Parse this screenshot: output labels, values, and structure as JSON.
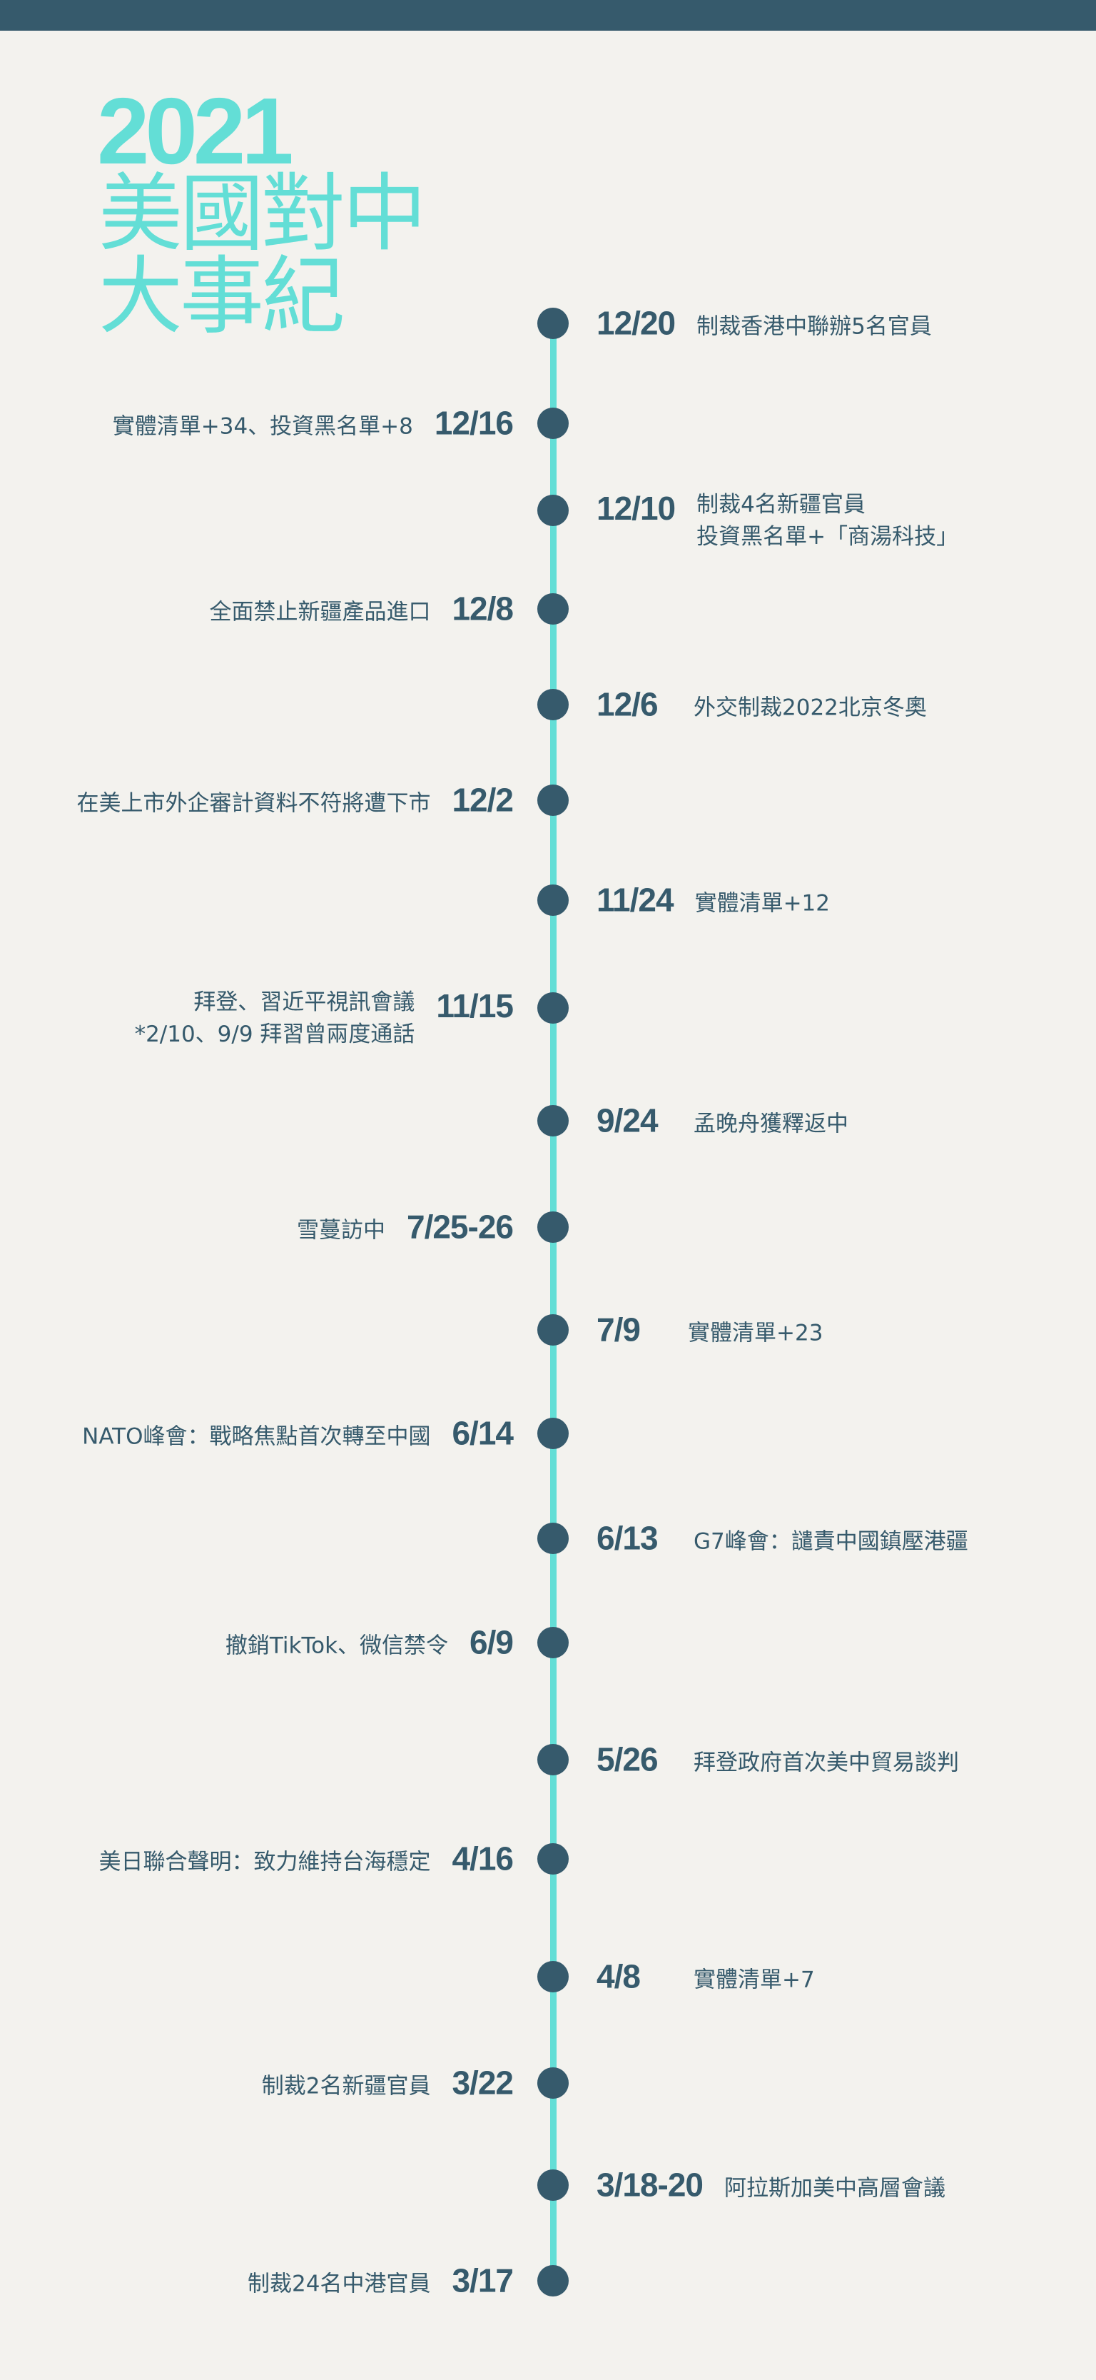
{
  "title": {
    "year": "2021",
    "line1": "美國對中",
    "line2": "大事紀"
  },
  "colors": {
    "accent": "#63ded6",
    "dark": "#365a6c",
    "background": "#f3f2ee"
  },
  "events": [
    {
      "date": "12/20",
      "side": "right",
      "lines": [
        "制裁香港中聯辦5名官員"
      ]
    },
    {
      "date": "12/16",
      "side": "left",
      "lines": [
        "實體清單+34、投資黑名單+8"
      ]
    },
    {
      "date": "12/10",
      "side": "right",
      "lines": [
        "制裁4名新疆官員",
        "投資黑名單+「商湯科技」"
      ]
    },
    {
      "date": "12/8",
      "side": "left",
      "lines": [
        "全面禁止新疆產品進口"
      ]
    },
    {
      "date": "12/6",
      "side": "right",
      "lines": [
        "外交制裁2022北京冬奧"
      ]
    },
    {
      "date": "12/2",
      "side": "left",
      "lines": [
        "在美上市外企審計資料不符將遭下市"
      ]
    },
    {
      "date": "11/24",
      "side": "right",
      "lines": [
        "實體清單+12"
      ]
    },
    {
      "date": "11/15",
      "side": "left",
      "lines": [
        "拜登、習近平視訊會議",
        "*2/10、9/9 拜習曾兩度通話"
      ]
    },
    {
      "date": "9/24",
      "side": "right",
      "lines": [
        "孟晚舟獲釋返中"
      ]
    },
    {
      "date": "7/25-26",
      "side": "left",
      "lines": [
        "雪蔓訪中"
      ]
    },
    {
      "date": "7/9",
      "side": "right",
      "lines": [
        "實體清單+23"
      ]
    },
    {
      "date": "6/14",
      "side": "left",
      "lines": [
        "NATO峰會：戰略焦點首次轉至中國"
      ]
    },
    {
      "date": "6/13",
      "side": "right",
      "lines": [
        "G7峰會：譴責中國鎮壓港疆"
      ]
    },
    {
      "date": "6/9",
      "side": "left",
      "lines": [
        "撤銷TikTok、微信禁令"
      ]
    },
    {
      "date": "5/26",
      "side": "right",
      "lines": [
        "拜登政府首次美中貿易談判"
      ]
    },
    {
      "date": "4/16",
      "side": "left",
      "lines": [
        "美日聯合聲明：致力維持台海穩定"
      ]
    },
    {
      "date": "4/8",
      "side": "right",
      "lines": [
        "實體清單+7"
      ]
    },
    {
      "date": "3/22",
      "side": "left",
      "lines": [
        "制裁2名新疆官員"
      ]
    },
    {
      "date": "3/18-20",
      "side": "right",
      "lines": [
        "阿拉斯加美中高層會議"
      ]
    },
    {
      "date": "3/17",
      "side": "left",
      "lines": [
        "制裁24名中港官員"
      ]
    }
  ]
}
